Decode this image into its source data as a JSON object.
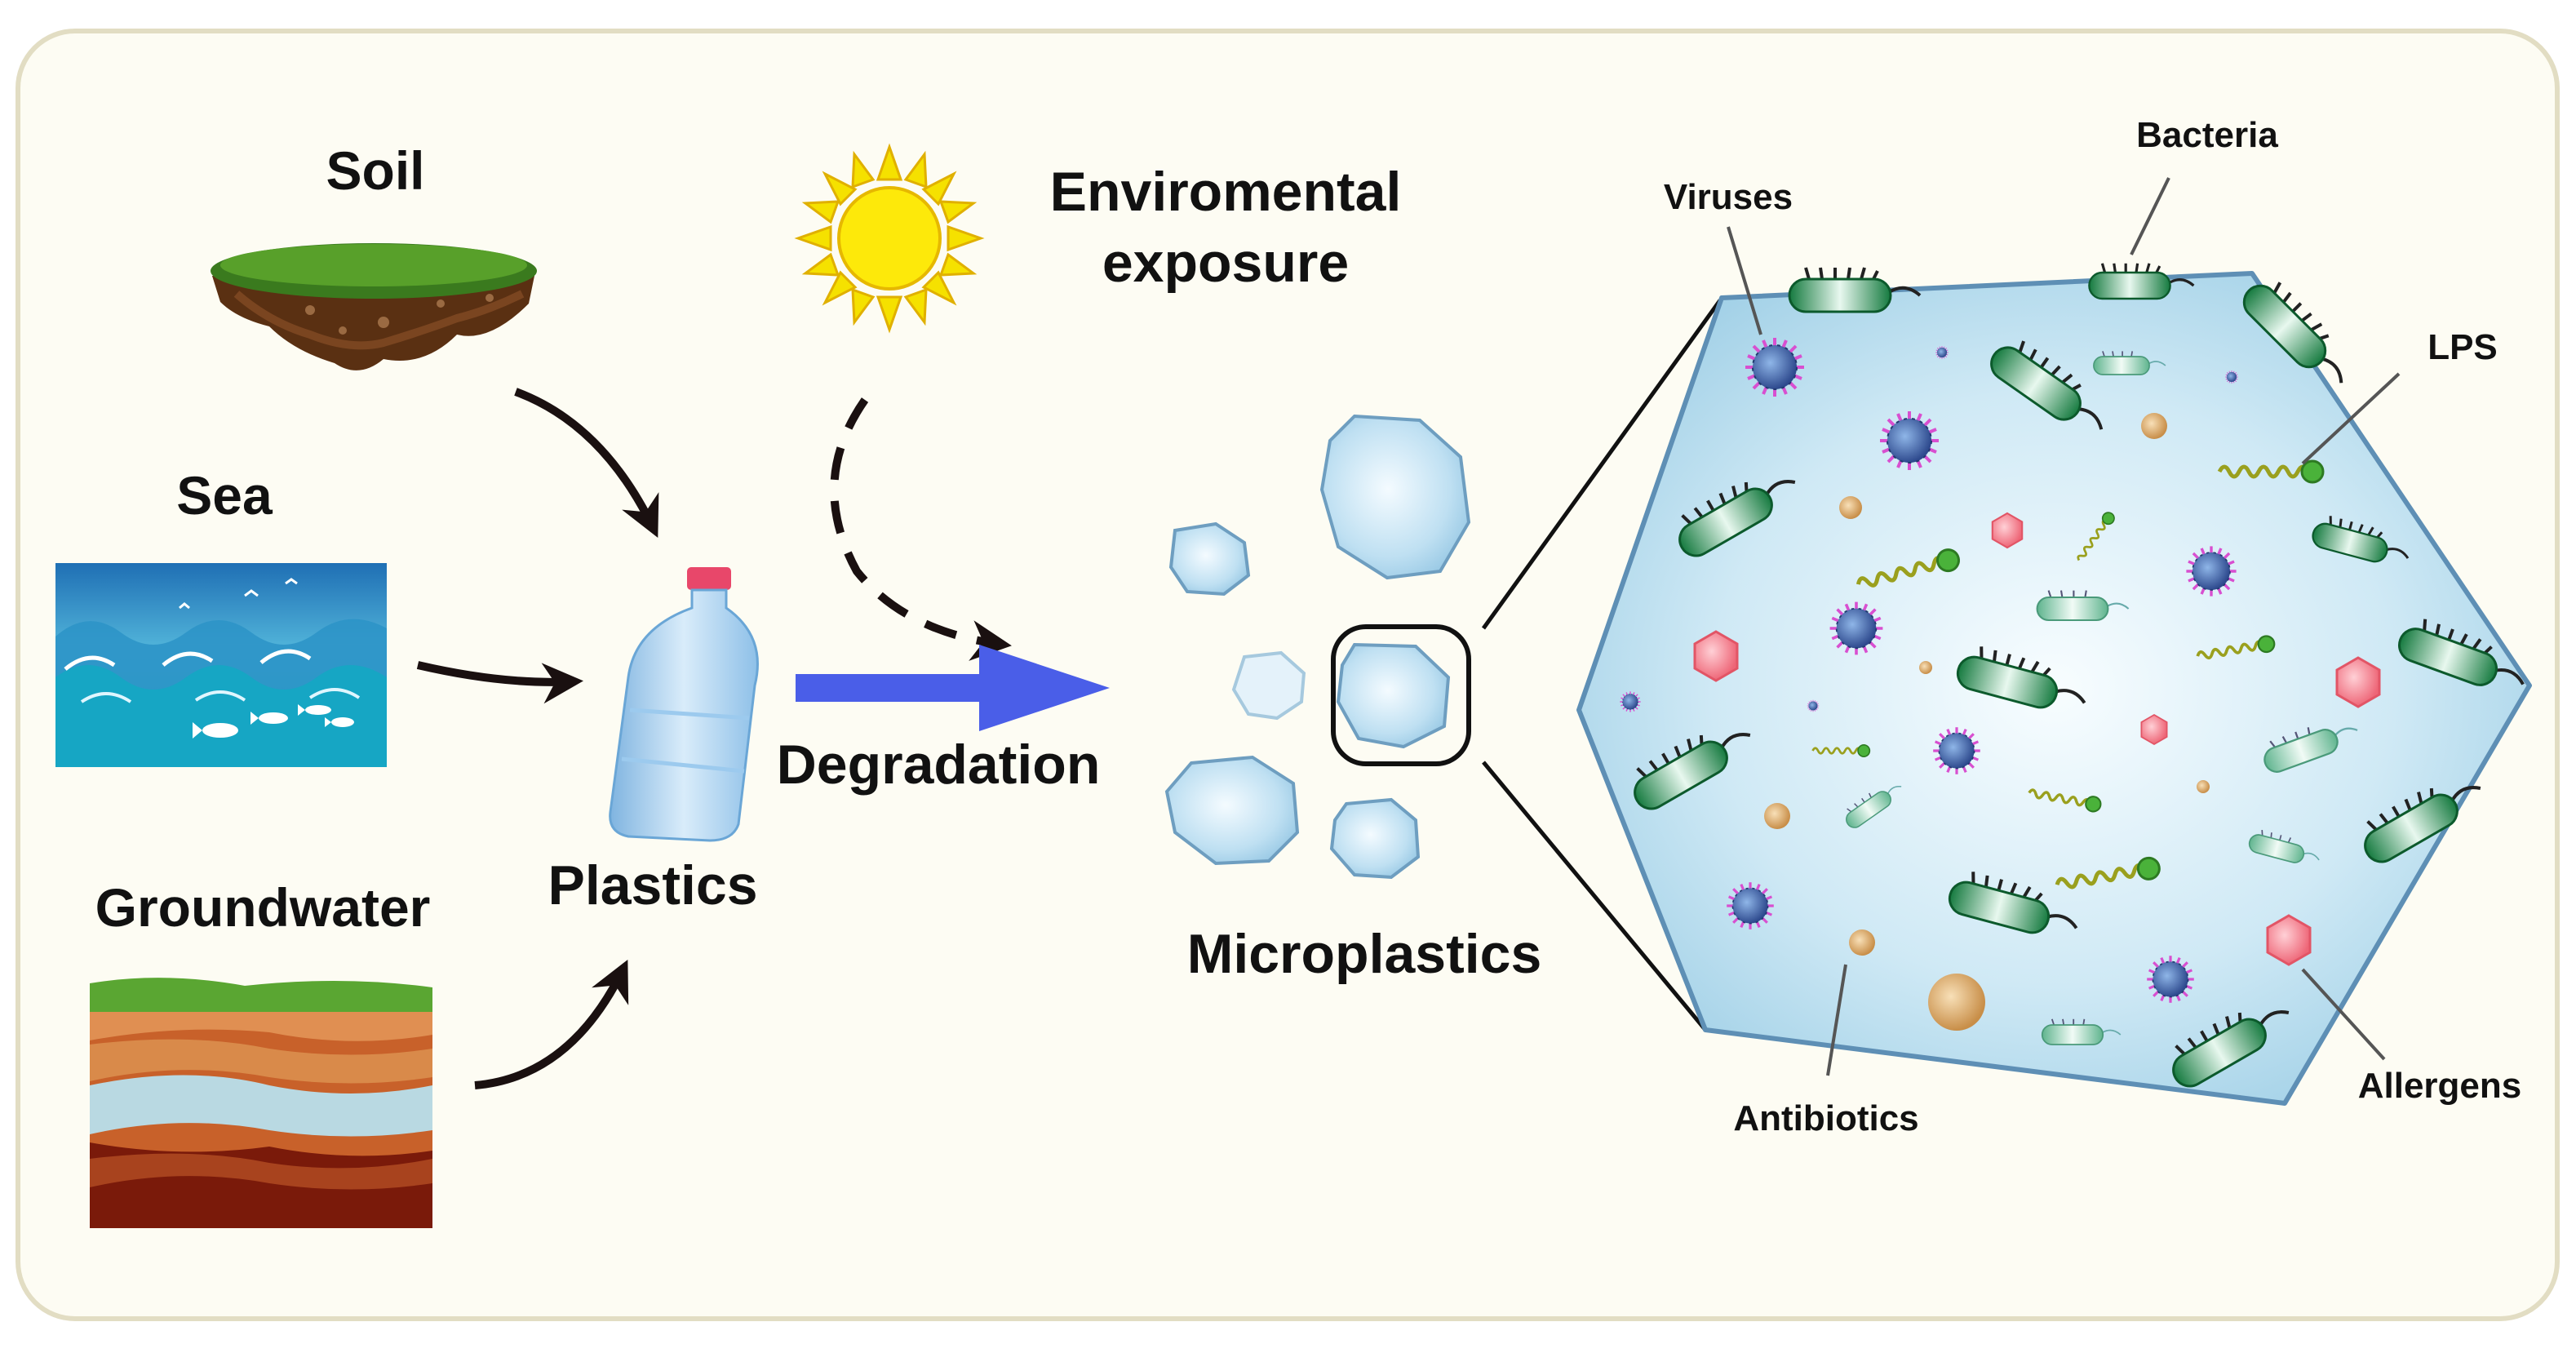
{
  "labels": {
    "soil": "Soil",
    "sea": "Sea",
    "groundwater": "Groundwater",
    "plastics": "Plastics",
    "environmental_exposure_line1": "Enviromental",
    "environmental_exposure_line2": "exposure",
    "degradation": "Degradation",
    "microplastics": "Microplastics",
    "viruses": "Viruses",
    "bacteria": "Bacteria",
    "lps": "LPS",
    "antibiotics": "Antibiotics",
    "allergens": "Allergens"
  },
  "colors": {
    "panel_background": "#fdfcf3",
    "panel_border": "#e2ddc3",
    "degradation_arrow": "#4a5ee8",
    "microplastic_fill": "#bfe0f2",
    "microplastic_stroke": "#6e9ec0",
    "bacteria": "#1f9d55",
    "virus_core": "#4466aa",
    "virus_spikes": "#d84fd0",
    "lps": "#9aa01e",
    "lps_head": "#4ab23a",
    "antibiotic": "#d9a760",
    "allergen": "#f27d8a"
  },
  "icons": [
    "sun-icon",
    "soil-island-icon",
    "sea-waves-icon",
    "groundwater-layers-icon",
    "plastic-bottle-icon"
  ]
}
